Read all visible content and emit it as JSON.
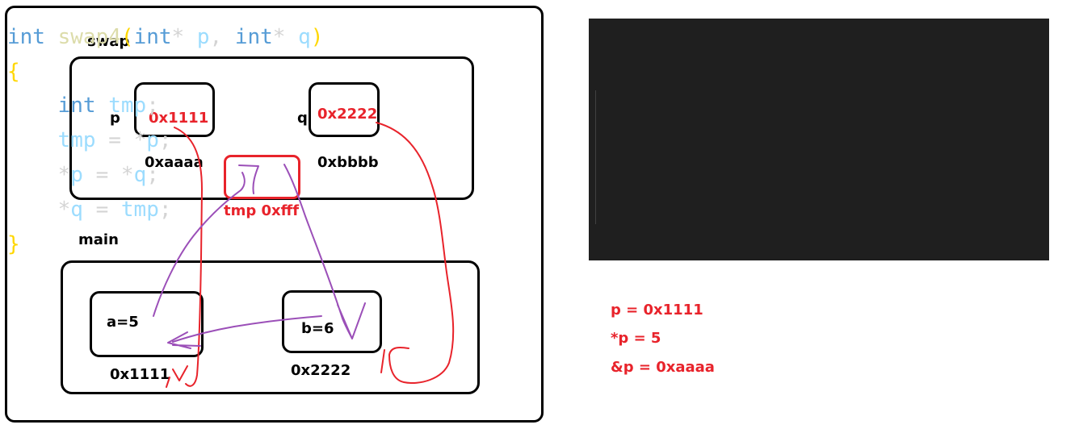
{
  "diagram": {
    "swap_frame_label": "swap",
    "main_frame_label": "main",
    "p_label": "p",
    "p_value": "0x1111",
    "p_address": "0xaaaa",
    "q_label": "q",
    "q_value": "0x2222",
    "q_address": "0xbbbb",
    "tmp_caption": "tmp 0xfff",
    "a_text": "a=5",
    "a_address": "0x1111",
    "b_text": "b=6",
    "b_address": "0x2222"
  },
  "code": {
    "line1": {
      "kw1": "int",
      "fn": "swap4",
      "open": "(",
      "kw2": "int",
      "star1": "*",
      "p": "p",
      "comma": ",",
      "kw3": "int",
      "star2": "*",
      "q": "q",
      "close": ")"
    },
    "line2": "{",
    "line3": {
      "kw": "int",
      "var": "tmp",
      "semi": ";"
    },
    "line4": {
      "lhs": "tmp",
      "eq": " = ",
      "star": "*",
      "rhs": "p",
      "semi": ";"
    },
    "line5": {
      "star1": "*",
      "lhs": "p",
      "eq": " = ",
      "star2": "*",
      "rhs": "q",
      "semi": ";"
    },
    "line6": {
      "star": "*",
      "lhs": "q",
      "eq": " = ",
      "rhs": "tmp",
      "semi": ";"
    },
    "line7": "}"
  },
  "notes": [
    "p = 0x1111",
    "*p = 5",
    "&p = 0xaaaa"
  ],
  "colors": {
    "annotation_red": "#e8232b",
    "arrow_purple": "#9b4fb8",
    "code_background": "#1f1f1f"
  }
}
